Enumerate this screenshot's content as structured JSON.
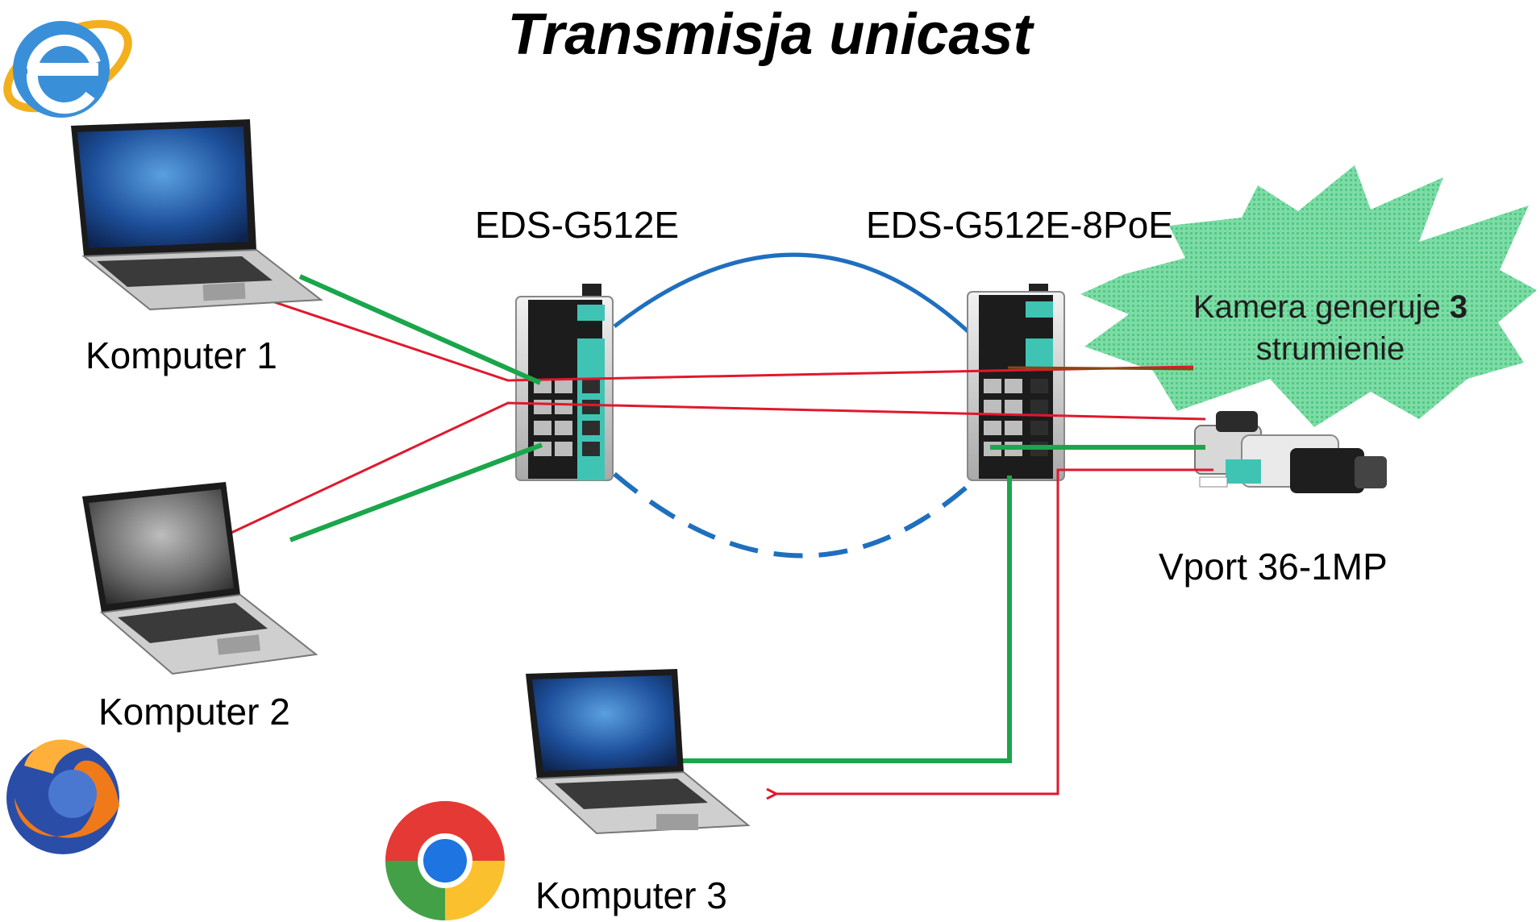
{
  "title": "Transmisja unicast",
  "switches": {
    "left": {
      "label": "EDS-G512E"
    },
    "right": {
      "label": "EDS-G512E-8PoE"
    }
  },
  "computers": [
    {
      "label": "Komputer 1",
      "browser": "internet-explorer-icon"
    },
    {
      "label": "Komputer 2",
      "browser": "firefox-icon"
    },
    {
      "label": "Komputer 3",
      "browser": "chrome-icon"
    }
  ],
  "camera": {
    "label": "Vport 36-1MP"
  },
  "callout": {
    "text_before": "Kamera generuje ",
    "count": "3",
    "text_after": "strumienie"
  },
  "colors": {
    "stream_to_pc": "#e0182d",
    "request_to_camera": "#1aa64a",
    "ring_link": "#1f6fbf",
    "callout_fill": "#6fd69c",
    "switch_accent": "#3fc4b4"
  }
}
